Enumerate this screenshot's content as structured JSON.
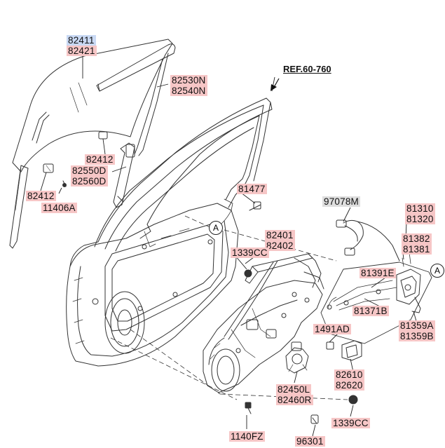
{
  "ref_label": "REF.60-760",
  "callout_marker": "A",
  "labels": {
    "p82411": "82411",
    "p82421": "82421",
    "p82530N": "82530N",
    "p82540N": "82540N",
    "p82412a": "82412",
    "p82550D": "82550D",
    "p82560D": "82560D",
    "p82412b": "82412",
    "p11406A": "11406A",
    "p81477": "81477",
    "p97078M": "97078M",
    "p81310": "81310",
    "p81320": "81320",
    "p82401": "82401",
    "p82402": "82402",
    "p81382": "81382",
    "p81381": "81381",
    "p1339CCa": "1339CC",
    "p81391E": "81391E",
    "p81371B": "81371B",
    "p1491AD": "1491AD",
    "p81359A": "81359A",
    "p81359B": "81359B",
    "p82610": "82610",
    "p82620": "82620",
    "p82450L": "82450L",
    "p82460R": "82460R",
    "p1339CCb": "1339CC",
    "p1140FZ": "1140FZ",
    "p96301": "96301"
  }
}
